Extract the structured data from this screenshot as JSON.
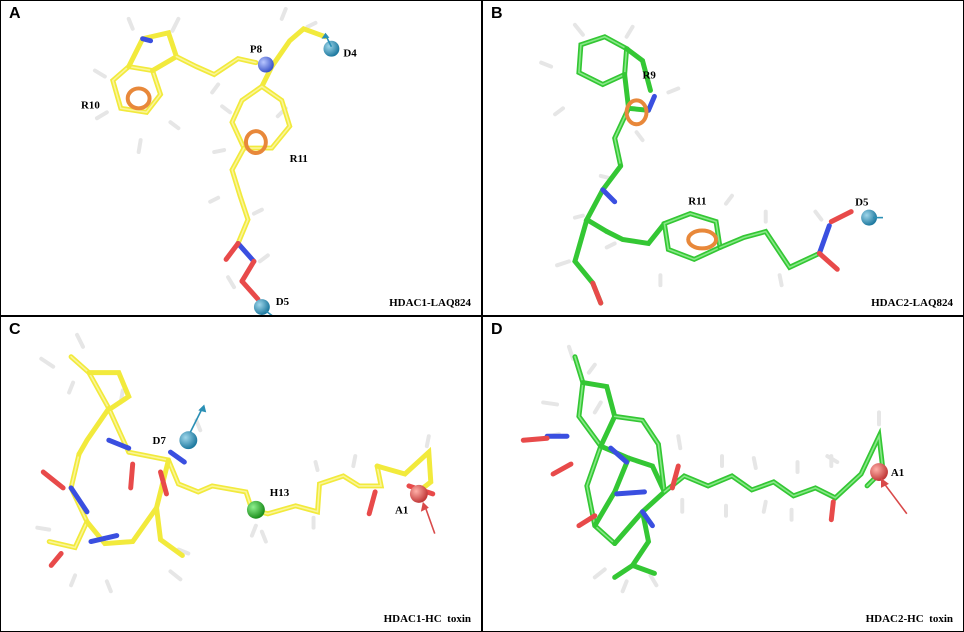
{
  "panels": [
    {
      "id": "A",
      "caption": "HDAC1-LAQ824",
      "features": {
        "r10": "R10",
        "r11": "R11",
        "p8": "P8",
        "d4": "D4",
        "d5": "D5"
      }
    },
    {
      "id": "B",
      "caption": "HDAC2-LAQ824",
      "features": {
        "r9": "R9",
        "r11": "R11",
        "d5": "D5"
      }
    },
    {
      "id": "C",
      "caption": "HDAC1-HC  toxin",
      "features": {
        "d7": "D7",
        "h13": "H13",
        "a1": "A1"
      }
    },
    {
      "id": "D",
      "caption": "HDAC2-HC  toxin",
      "features": {
        "a1": "A1"
      }
    }
  ],
  "colors": {
    "carbon_hdac1": "#f2ea3c",
    "carbon_hdac2": "#34c734",
    "nitrogen": "#3a4fe0",
    "oxygen": "#e84a4a",
    "hydrogen": "#e6e6e6",
    "aromatic_ring_feature": "#e8883a",
    "donor_feature": "#2a8fb5",
    "positive_feature": "#5a7be0",
    "hydrophobic_feature": "#2ea82e",
    "acceptor_feature": "#d94a4a"
  }
}
